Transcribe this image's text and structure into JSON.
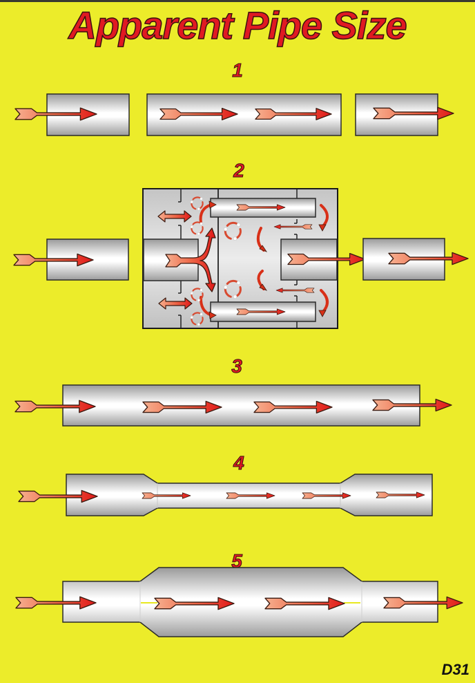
{
  "title": "Apparent Pipe Size",
  "diagram_code": "D31",
  "colors": {
    "background": "#ecec2a",
    "title_red": "#e01a22",
    "pipe_light": "#ffffff",
    "pipe_dark": "#a8a8a8",
    "outline": "#2a2a2a",
    "arrow_light": "#f6b090",
    "arrow_dark": "#e02020"
  },
  "panels": [
    {
      "number": "1",
      "description": "Three separate straight pipe sections with flow arrows passing through"
    },
    {
      "number": "2",
      "description": "Inlet pipe, muffler chamber with internal baffles, perforated tubes and turbulent eddies, outlet pipe"
    },
    {
      "number": "3",
      "description": "Single long straight pipe with flow arrows"
    },
    {
      "number": "4",
      "description": "Pipe narrowing to a restricted section then expanding back"
    },
    {
      "number": "5",
      "description": "Pipe expanding to a larger diameter section then reducing back"
    }
  ]
}
